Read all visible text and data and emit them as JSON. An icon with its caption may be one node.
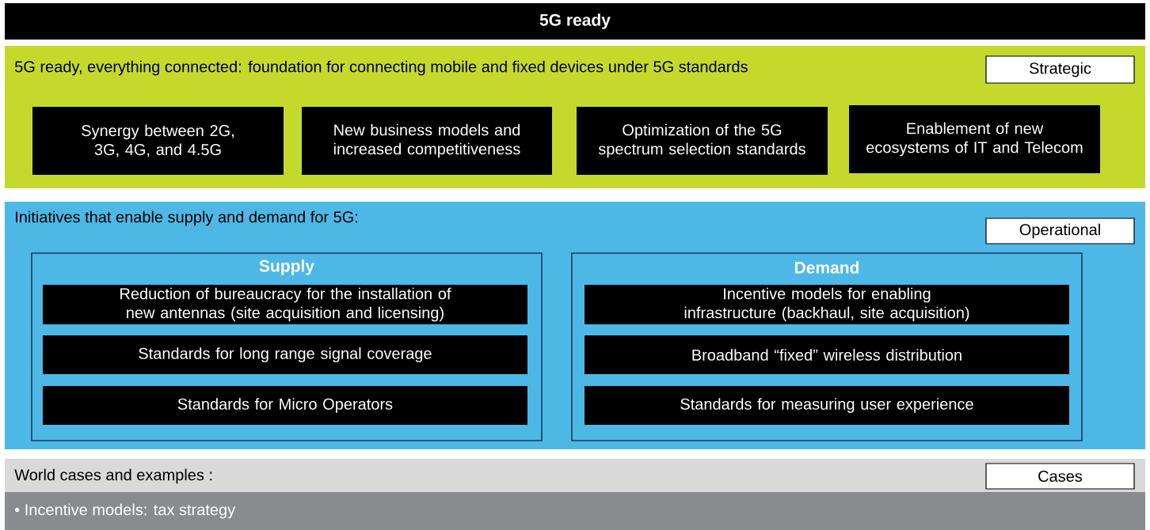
{
  "diagram": {
    "title": "5G ready",
    "nodes": [
      {
        "text": [
          "5G ready, everything connected: foundation for connecting mobile and fixed devices under 5G standards"
        ]
      },
      {
        "text": [
          "Strategic"
        ],
        "in": 0
      },
      {
        "text": [
          "Synergy between 2G, 3G, 4G, and 4.5G"
        ],
        "in": 0
      },
      {
        "text": [
          "New business models and increased competitiveness"
        ],
        "in": 0
      },
      {
        "text": [
          "Optimization of the 5G spectrum selection standards"
        ],
        "in": 0
      },
      {
        "text": [
          "Enablement of new ecosystems of IT and Telecom"
        ],
        "in": 0
      },
      {
        "text": [
          "Initiatives that enable supply and demand for 5G:"
        ]
      },
      {
        "text": [
          "Operational"
        ],
        "in": 6
      },
      {
        "text": [
          "Supply"
        ],
        "in": 6
      },
      {
        "text": [
          "Reduction of bureaucracy for the installation of new antennas (site acquisition and licensing)"
        ],
        "in": 8
      },
      {
        "text": [
          "Standards for long range signal coverage"
        ],
        "in": 8
      },
      {
        "text": [
          "Standards for Micro Operators"
        ],
        "in": 8
      },
      {
        "text": [
          "Demand"
        ],
        "in": 6
      },
      {
        "text": [
          "Incentive models for enabling infrastructure (backhaul, site acquisition)"
        ],
        "in": 12
      },
      {
        "text": [
          "Broadband “fixed” wireless distribution"
        ],
        "in": 12
      },
      {
        "text": [
          "Standards for measuring user experience"
        ],
        "in": 12
      },
      {
        "text": [
          "World cases and examples :"
        ]
      },
      {
        "text": [
          "Cases"
        ],
        "in": 16
      },
      {
        "text": [
          "• Incentive models: tax strategy"
        ]
      }
    ],
    "edges": []
  }
}
